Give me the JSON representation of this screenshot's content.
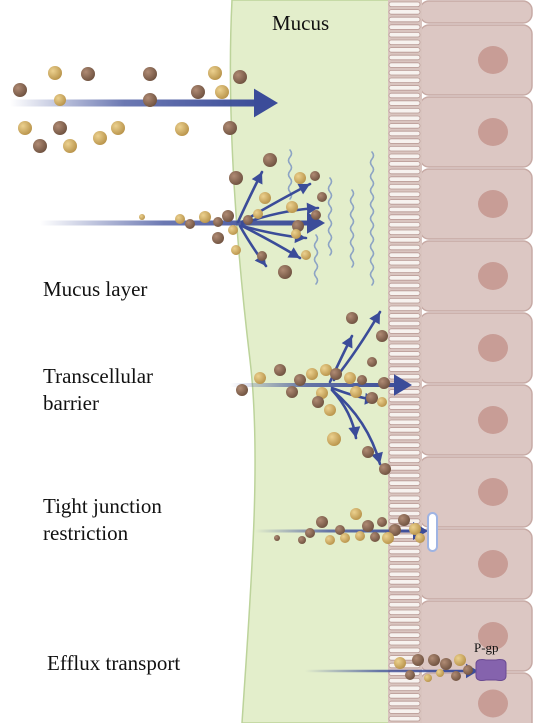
{
  "mucus_title": "Mucus",
  "labels": {
    "mucus_layer": "Mucus layer",
    "transcellular": "Transcellular\nbarrier",
    "tight_junction": "Tight junction\nrestriction",
    "efflux": "Efflux transport",
    "pgp": "P-gp"
  },
  "colors": {
    "mucus_fill": "#e3eecb",
    "mucus_edge": "#bcd39a",
    "cell_fill": "#dcc7c3",
    "cell_edge": "#c7aaa5",
    "nucleus": "#c89d96",
    "microvilli": "#f7f2ef",
    "arrow": "#3b4c99",
    "particle_brown": "#8a6a55",
    "particle_gold": "#cfae62",
    "wave": "#8da4c4",
    "pgp": "#8563ad",
    "tight_junction": "#9fb4e3"
  }
}
